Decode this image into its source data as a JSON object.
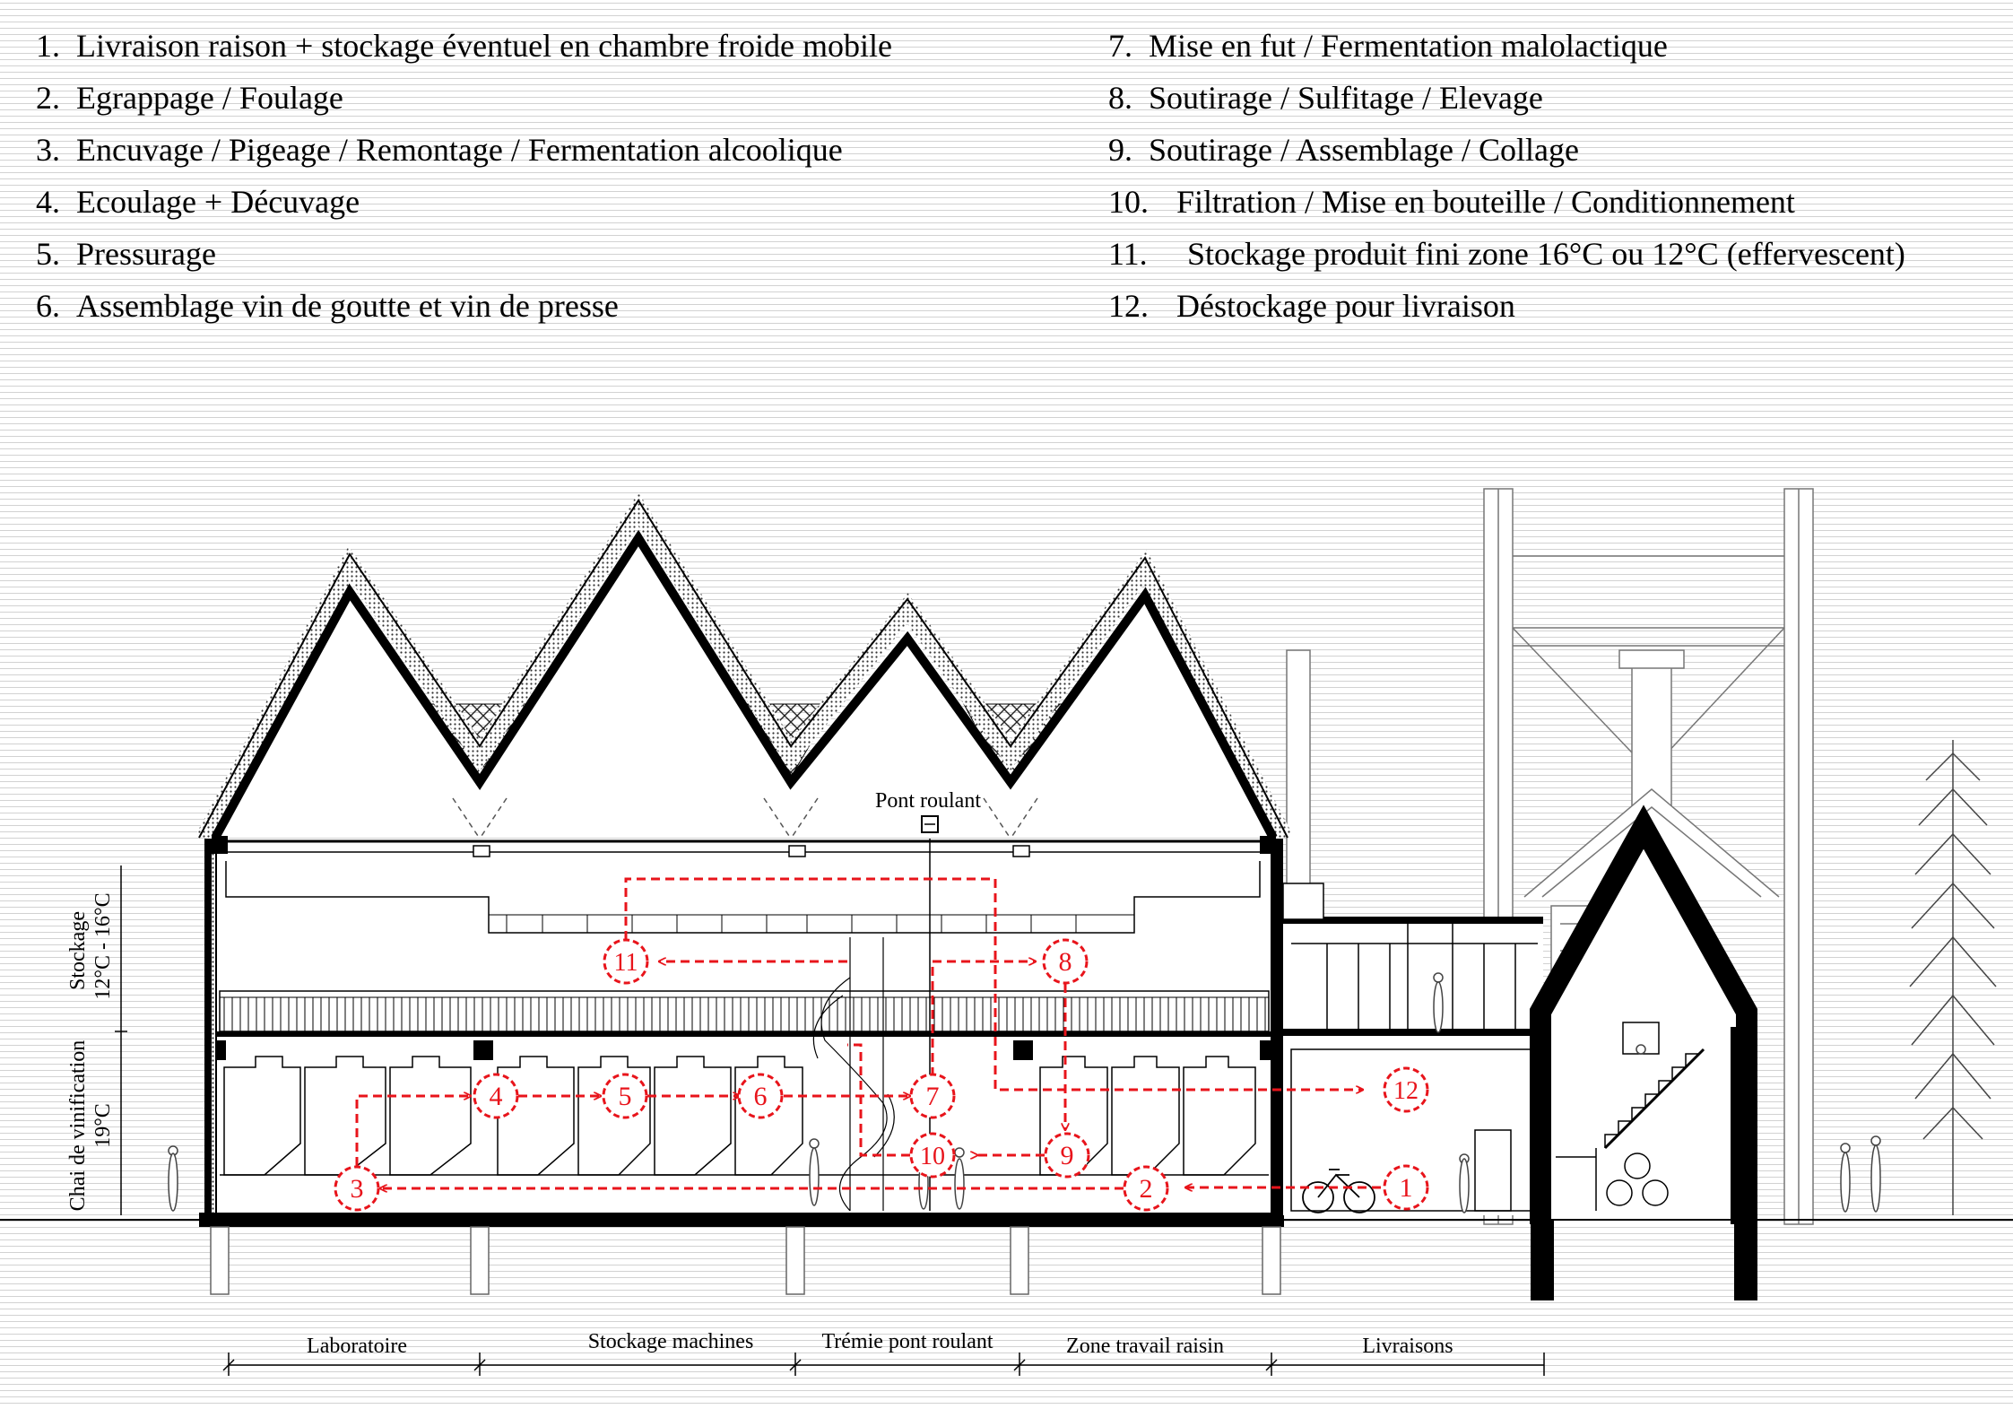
{
  "legend": {
    "left": [
      {
        "n": "1.",
        "text": "Livraison raison + stockage éventuel en chambre froide mobile"
      },
      {
        "n": "2.",
        "text": "Egrappage / Foulage"
      },
      {
        "n": "3.",
        "text": "Encuvage / Pigeage / Remontage / Fermentation alcoolique"
      },
      {
        "n": "4.",
        "text": "Ecoulage + Décuvage"
      },
      {
        "n": "5.",
        "text": "Pressurage"
      },
      {
        "n": "6.",
        "text": "Assemblage vin de goutte et vin de presse"
      }
    ],
    "right": [
      {
        "n": "7.",
        "text": "Mise en fut / Fermentation malolactique"
      },
      {
        "n": "8.",
        "text": "Soutirage / Sulfitage / Elevage"
      },
      {
        "n": "9.",
        "text": "Soutirage / Assemblage / Collage"
      },
      {
        "n": "10.",
        "text": "Filtration / Mise en bouteille / Conditionnement"
      },
      {
        "n": "11.",
        "text": "Stockage produit fini zone 16°C ou 12°C (effervescent)"
      },
      {
        "n": "12.",
        "text": "Déstockage pour livraison"
      }
    ]
  },
  "section": {
    "crane_label": "Pont roulant",
    "level_upper": {
      "line1": "Stockage",
      "line2": "12°C - 16°C"
    },
    "level_lower": {
      "line1": "Chai de vinification",
      "line2": "19°C"
    }
  },
  "zones": [
    "Laboratoire",
    "Stockage machines",
    "Trémie pont roulant",
    "Zone travail raisin",
    "Livraisons"
  ],
  "steps": [
    "1",
    "2",
    "3",
    "4",
    "5",
    "6",
    "7",
    "8",
    "9",
    "10",
    "11",
    "12"
  ],
  "colors": {
    "flow": "#e8141b",
    "line": "#000000",
    "grid": "#d2d2d2"
  }
}
